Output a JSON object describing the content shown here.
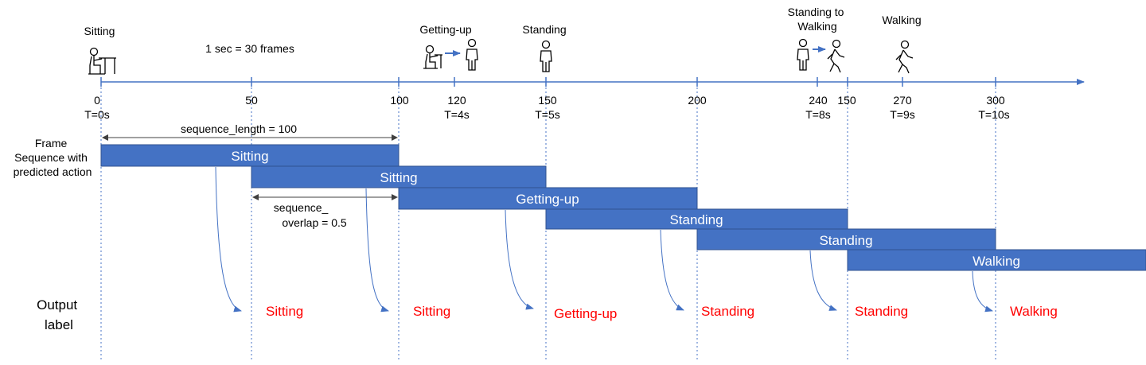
{
  "note": "1 sec = 30 frames",
  "frame_label": [
    "Frame",
    "Sequence with",
    "predicted action"
  ],
  "output_label": [
    "Output",
    "label"
  ],
  "sequence_length_label": "sequence_length = 100",
  "sequence_overlap_label": [
    "sequence_",
    "overlap = 0.5"
  ],
  "colors": {
    "bar_fill": "#4472C4",
    "bar_stroke": "#2F528F",
    "axis": "#4472C4",
    "output_text": "#FF0000",
    "dashed_guide": "#4472C4",
    "arrow": "#4472C4"
  },
  "ticks": [
    {
      "value": "0",
      "time": "T=0s"
    },
    {
      "value": "50",
      "time": ""
    },
    {
      "value": "100",
      "time": ""
    },
    {
      "value": "120",
      "time": "T=4s"
    },
    {
      "value": "150",
      "time": "T=5s"
    },
    {
      "value": "200",
      "time": ""
    },
    {
      "value": "240",
      "time": "T=8s"
    },
    {
      "value": "150",
      "time": ""
    },
    {
      "value": "270",
      "time": "T=9s"
    },
    {
      "value": "300",
      "time": "T=10s"
    }
  ],
  "actions": [
    {
      "label": "Sitting",
      "icon": "person-sitting-at-desk-icon"
    },
    {
      "label": "Getting-up",
      "icon": "sitting-to-standing-icon"
    },
    {
      "label": "Standing",
      "icon": "person-standing-icon"
    },
    {
      "label": "Standing to Walking",
      "icon": "standing-to-walking-icon"
    },
    {
      "label": "Walking",
      "icon": "person-walking-icon"
    }
  ],
  "sequences": [
    {
      "label": "Sitting"
    },
    {
      "label": "Sitting"
    },
    {
      "label": "Getting-up"
    },
    {
      "label": "Standing"
    },
    {
      "label": "Standing"
    },
    {
      "label": "Walking"
    }
  ],
  "outputs": [
    "Sitting",
    "Sitting",
    "Getting-up",
    "Standing",
    "Standing",
    "Walking"
  ]
}
